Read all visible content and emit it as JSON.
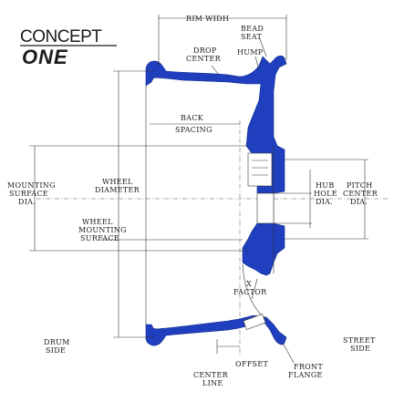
{
  "logo": {
    "line1": "CONCEPT",
    "line2": "ONE"
  },
  "colors": {
    "wheel_fill": "#1f3fbf",
    "line": "#333333"
  },
  "labels": {
    "rim_width": "RIM WIDH",
    "bead_seat_1": "BEAD",
    "bead_seat_2": "SEAT",
    "hump": "HUMP",
    "drop_center_1": "DROP",
    "drop_center_2": "CENTER",
    "back_spacing_1": "BACK",
    "back_spacing_2": "SPACING",
    "mounting_surface_dia_1": "MOUNTING",
    "mounting_surface_dia_2": "SURFACE",
    "mounting_surface_dia_3": "DIA.",
    "wheel_diameter_1": "WHEEL",
    "wheel_diameter_2": "DIAMETER",
    "wheel_mounting_surface_1": "WHEEL",
    "wheel_mounting_surface_2": "MOUNTING",
    "wheel_mounting_surface_3": "SURFACE",
    "hub_hole_dia_1": "HUB",
    "hub_hole_dia_2": "HOLE",
    "hub_hole_dia_3": "DIA.",
    "pitch_center_dia_1": "PITCH",
    "pitch_center_dia_2": "CENTER",
    "pitch_center_dia_3": "DIA.",
    "x_factor_1": "X",
    "x_factor_2": "FACTOR",
    "drum_side_1": "DRUM",
    "drum_side_2": "SIDE",
    "street_side_1": "STREET",
    "street_side_2": "SIDE",
    "offset": "OFFSET",
    "center_line_1": "CENTER",
    "center_line_2": "LINE",
    "front_flange_1": "FRONT",
    "front_flange_2": "FLANGE"
  }
}
